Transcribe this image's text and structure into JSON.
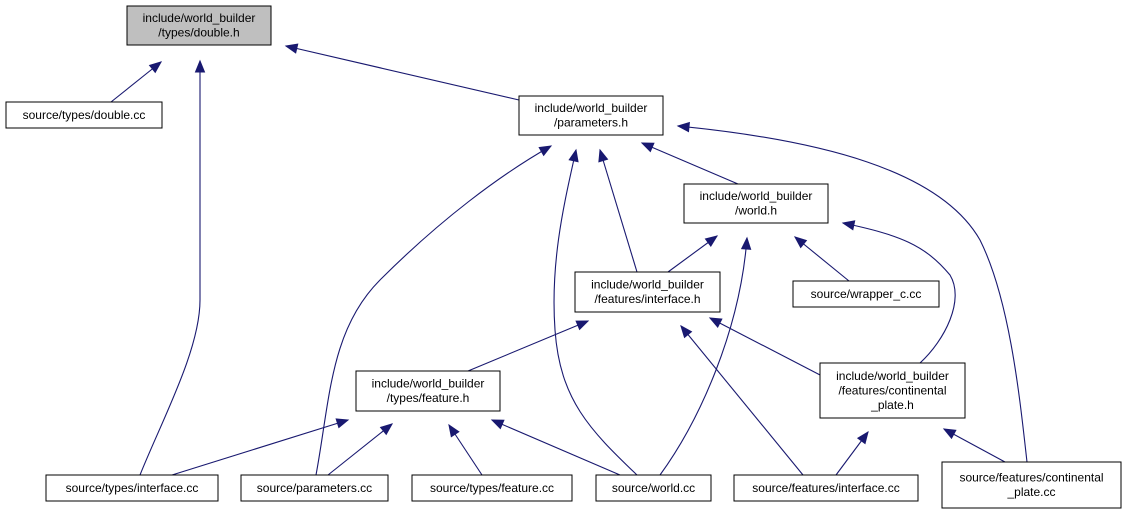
{
  "graph": {
    "type": "include-dependency-graph",
    "colors": {
      "edge": "#191970",
      "highlight_fill": "#bfbfbf",
      "node_fill": "#ffffff",
      "node_border": "#000000"
    },
    "nodes": [
      {
        "id": "double_h",
        "lines": [
          "include/world_builder",
          "/types/double.h"
        ],
        "highlighted": true
      },
      {
        "id": "double_cc",
        "lines": [
          "source/types/double.cc"
        ]
      },
      {
        "id": "parameters_h",
        "lines": [
          "include/world_builder",
          "/parameters.h"
        ]
      },
      {
        "id": "world_h",
        "lines": [
          "include/world_builder",
          "/world.h"
        ]
      },
      {
        "id": "wrapper_cc",
        "lines": [
          "source/wrapper_c.cc"
        ]
      },
      {
        "id": "finterface_h",
        "lines": [
          "include/world_builder",
          "/features/interface.h"
        ]
      },
      {
        "id": "cplate_h",
        "lines": [
          "include/world_builder",
          "/features/continental",
          "_plate.h"
        ]
      },
      {
        "id": "feature_h",
        "lines": [
          "include/world_builder",
          "/types/feature.h"
        ]
      },
      {
        "id": "tinterface_cc",
        "lines": [
          "source/types/interface.cc"
        ]
      },
      {
        "id": "parameters_cc",
        "lines": [
          "source/parameters.cc"
        ]
      },
      {
        "id": "tfeature_cc",
        "lines": [
          "source/types/feature.cc"
        ]
      },
      {
        "id": "world_cc",
        "lines": [
          "source/world.cc"
        ]
      },
      {
        "id": "finterface_cc",
        "lines": [
          "source/features/interface.cc"
        ]
      },
      {
        "id": "cplate_cc",
        "lines": [
          "source/features/continental",
          "_plate.cc"
        ]
      }
    ],
    "edges": [
      {
        "from": "double_cc",
        "to": "double_h"
      },
      {
        "from": "tinterface_cc",
        "to": "double_h"
      },
      {
        "from": "parameters_h",
        "to": "double_h"
      },
      {
        "from": "parameters_cc",
        "to": "parameters_h"
      },
      {
        "from": "world_cc",
        "to": "parameters_h"
      },
      {
        "from": "finterface_h",
        "to": "parameters_h"
      },
      {
        "from": "world_h",
        "to": "parameters_h"
      },
      {
        "from": "cplate_cc",
        "to": "parameters_h"
      },
      {
        "from": "finterface_h",
        "to": "world_h"
      },
      {
        "from": "world_cc",
        "to": "world_h"
      },
      {
        "from": "wrapper_cc",
        "to": "world_h"
      },
      {
        "from": "cplate_h",
        "to": "world_h"
      },
      {
        "from": "feature_h",
        "to": "finterface_h"
      },
      {
        "from": "finterface_cc",
        "to": "finterface_h"
      },
      {
        "from": "cplate_h",
        "to": "finterface_h"
      },
      {
        "from": "tinterface_cc",
        "to": "feature_h"
      },
      {
        "from": "parameters_cc",
        "to": "feature_h"
      },
      {
        "from": "tfeature_cc",
        "to": "feature_h"
      },
      {
        "from": "world_cc",
        "to": "feature_h"
      },
      {
        "from": "finterface_cc",
        "to": "cplate_h"
      },
      {
        "from": "cplate_cc",
        "to": "cplate_h"
      }
    ]
  }
}
